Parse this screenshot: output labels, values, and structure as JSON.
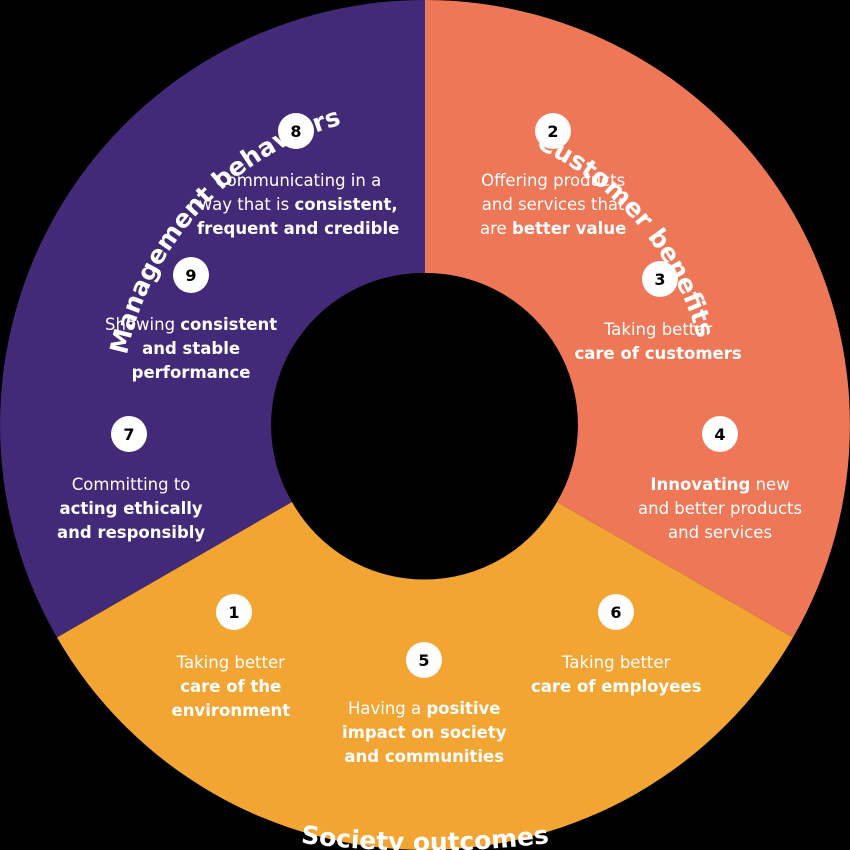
{
  "colors": {
    "background": "#000000",
    "management": "#432a78",
    "customer": "#ee7758",
    "society": "#f3a533",
    "text": "#ffffff"
  },
  "sectors": [
    {
      "id": "management",
      "label": "Management behaviors"
    },
    {
      "id": "customer",
      "label": "Customer benefits"
    },
    {
      "id": "society",
      "label": "Society outcomes"
    }
  ],
  "items": [
    {
      "id": "item-8",
      "number": "8",
      "lines": [
        [
          {
            "t": "Communicating in a",
            "b": false
          }
        ],
        [
          {
            "t": "way that is ",
            "b": false
          },
          {
            "t": "consistent,",
            "b": true
          }
        ],
        [
          {
            "t": "frequent and credible",
            "b": true
          }
        ]
      ]
    },
    {
      "id": "item-9",
      "number": "9",
      "lines": [
        [
          {
            "t": "Showing ",
            "b": false
          },
          {
            "t": "consistent",
            "b": true
          }
        ],
        [
          {
            "t": "and stable",
            "b": true
          }
        ],
        [
          {
            "t": "performance",
            "b": true
          }
        ]
      ]
    },
    {
      "id": "item-7",
      "number": "7",
      "lines": [
        [
          {
            "t": "Committing to",
            "b": false
          }
        ],
        [
          {
            "t": "acting ethically",
            "b": true
          }
        ],
        [
          {
            "t": "and responsibly",
            "b": true
          }
        ]
      ]
    },
    {
      "id": "item-2",
      "number": "2",
      "lines": [
        [
          {
            "t": "Offering products",
            "b": false
          }
        ],
        [
          {
            "t": "and services that",
            "b": false
          }
        ],
        [
          {
            "t": "are ",
            "b": false
          },
          {
            "t": "better value",
            "b": true
          }
        ]
      ]
    },
    {
      "id": "item-3",
      "number": "3",
      "lines": [
        [
          {
            "t": "Taking better",
            "b": false
          }
        ],
        [
          {
            "t": "care of customers",
            "b": true
          }
        ]
      ]
    },
    {
      "id": "item-4",
      "number": "4",
      "lines": [
        [
          {
            "t": "Innovating",
            "b": true
          },
          {
            "t": " new",
            "b": false
          }
        ],
        [
          {
            "t": "and better products",
            "b": false
          }
        ],
        [
          {
            "t": "and services",
            "b": false
          }
        ]
      ]
    },
    {
      "id": "item-1",
      "number": "1",
      "lines": [
        [
          {
            "t": "Taking better",
            "b": false
          }
        ],
        [
          {
            "t": "care of the",
            "b": true
          }
        ],
        [
          {
            "t": "environment",
            "b": true
          }
        ]
      ]
    },
    {
      "id": "item-5",
      "number": "5",
      "lines": [
        [
          {
            "t": "Having a ",
            "b": false
          },
          {
            "t": "positive",
            "b": true
          }
        ],
        [
          {
            "t": "impact on society",
            "b": true
          }
        ],
        [
          {
            "t": "and communities",
            "b": true
          }
        ]
      ]
    },
    {
      "id": "item-6",
      "number": "6",
      "lines": [
        [
          {
            "t": "Taking better",
            "b": false
          }
        ],
        [
          {
            "t": "care of employees",
            "b": true
          }
        ]
      ]
    }
  ]
}
